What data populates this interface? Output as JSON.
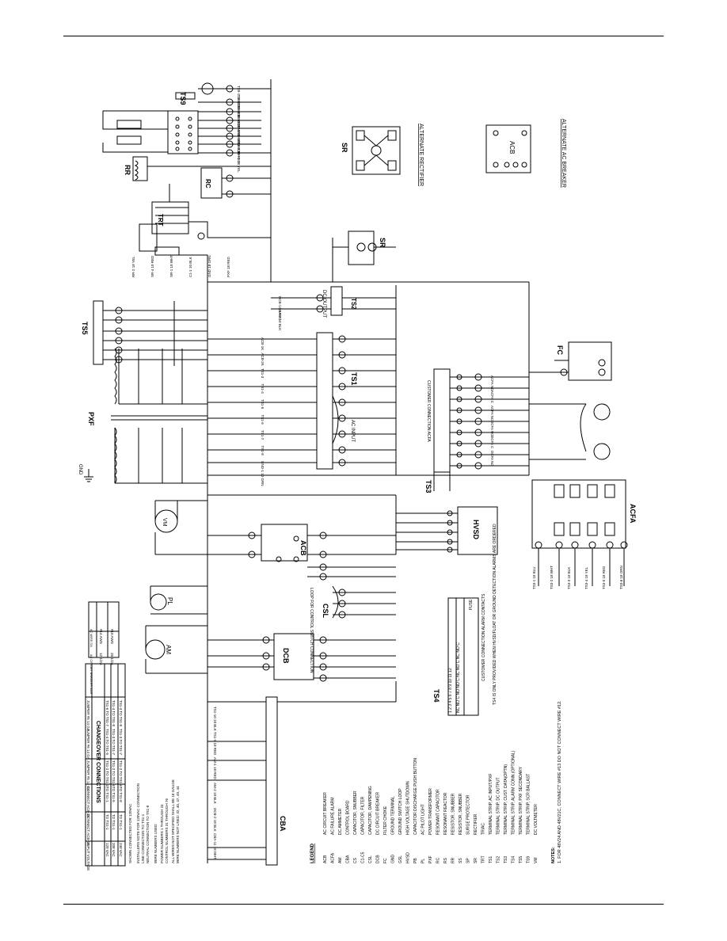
{
  "sheet": {
    "rotation_deg": 90
  },
  "components": {
    "ts9": "TS9",
    "rr": "RR",
    "rc": "RC",
    "trt": "TRT",
    "pxf": "PXF",
    "ts5": "TS5",
    "ts1": "TS1",
    "ts1_caption": "AC INPUT",
    "ts2": "TS2",
    "ts2_caption": "DC OUTPUT",
    "ts3": "TS3",
    "ts3_caption": "CUSTOMER CONNECTION ACFA",
    "ts4": "TS4",
    "sr": "SR",
    "alt_rectifier": "ALTERNATE RECTIFIER",
    "alt_breaker": "ALTERNATE AC BREAKER",
    "acb": "ACB",
    "dcb": "DCB",
    "csl": "CSL",
    "hvsd": "HVSD",
    "cba": "CBA",
    "fc": "FC",
    "acfa": "ACFA",
    "pl": "PL",
    "am": "AM",
    "vm": "VM",
    "gnd": "GND",
    "loop_note": "LOOP FOR CONTROL SWITCH CONNECTION"
  },
  "changeover": {
    "title": "CHANGEOVER CONNECTIONS",
    "headers": [
      "INPUT VOLTAGE",
      "CONNECT ACB-1K",
      "CONNECT ACB-2K",
      "JUMPER #5 14 GA",
      "JUMPER #6 14 GA",
      "JUMPER #5 14 GA"
    ],
    "rows": [
      [
        "120 VAC",
        "TO TS1-1",
        "TO TS1-1",
        "TS1-2 TO TS1-3",
        "TS1-4 TO TS1-5",
        "TS1-6 TO TS1-7"
      ],
      [
        "208 VAC",
        "TO TS1-1",
        "TO TS1-5",
        "TS1-2 TO TS1-6",
        "TS1-3 TO TS1-7",
        "TS1-4 TO TS1-8"
      ],
      [
        "240 VAC",
        "TO TS1-1",
        "TO TS1-8",
        "TS1-2 TO TS1-6",
        "TS1-3 TO TS1-7",
        "TS1-4 TO TS1-8"
      ]
    ],
    "notes": [
      "SHOWN CONNECTED FOR 120VAC",
      "INSTALLERS NOTE FOR 120VAC CONNECTION",
      "LINE CONNECTION TO TS1-1",
      "NEUTRAL CONNECTION TO TS1-8",
      "WIRE NUMBERS USED:",
      "POWER NUMBERS 1 THROUGH 24",
      "CONTROL NUMBERS 31 THROUGH 76",
      "ALL WIRES NOT SPECIFIED SHALL BE 18 GAUGE",
      "WIRE NUMBERS NOT USED: 32, 40, 47, 49, 44"
    ]
  },
  "wire_sizes": {
    "headers": [
      "AC CIRCUIT BREAKER SIZE",
      "AC WIRE GA"
    ],
    "rows": [
      [
        "12-1/2A",
        "#14 AWG"
      ],
      [
        "25-1/2A",
        "#10 AWG"
      ]
    ]
  },
  "legend": {
    "title": "LEGEND",
    "items": [
      {
        "code": "ACB",
        "desc": "AC CIRCUIT BREAKER"
      },
      {
        "code": "ACFA",
        "desc": "AC FAILURE ALARM"
      },
      {
        "code": "AM",
        "desc": "DC AMMETER"
      },
      {
        "code": "CBA",
        "desc": "CONTROL BOARD"
      },
      {
        "code": "CS",
        "desc": "CAPACITOR, SNUBBER"
      },
      {
        "code": "C1-C5",
        "desc": "CAPACITOR, FILTER"
      },
      {
        "code": "CSL",
        "desc": "CAPACITOR, DAMPENING"
      },
      {
        "code": "DCB",
        "desc": "DC CIRCUIT BREAKER"
      },
      {
        "code": "FC",
        "desc": "FILTER CHOKE"
      },
      {
        "code": "GND",
        "desc": "GROUND TERMINAL"
      },
      {
        "code": "GSL",
        "desc": "GROUND SWITCH LOOP"
      },
      {
        "code": "HVSD",
        "desc": "HIGH VOLTAGE SHUTDOWN"
      },
      {
        "code": "PB",
        "desc": "CAPACITOR DISCHARGE PUSH BUTTON"
      },
      {
        "code": "PL",
        "desc": "AC PILOT LIGHT"
      },
      {
        "code": "PXF",
        "desc": "POWER TRANSFORMER"
      },
      {
        "code": "RC",
        "desc": "RESONANT CAPACITOR"
      },
      {
        "code": "RS",
        "desc": "RESONANT REACTOR"
      },
      {
        "code": "RR",
        "desc": "RESISTOR, SNUBBER"
      },
      {
        "code": "SS",
        "desc": "RESISTOR, SNUBBER"
      },
      {
        "code": "SP",
        "desc": "SURGE PROTECTOR"
      },
      {
        "code": "SR",
        "desc": "RECTIFIER"
      },
      {
        "code": "TRT",
        "desc": "TRIAC"
      },
      {
        "code": "TS1",
        "desc": "TERMINAL STRIP, AC INPUT/PXF"
      },
      {
        "code": "TS2",
        "desc": "TERMINAL STRIP, DC OUTPUT"
      },
      {
        "code": "TS3",
        "desc": "TERMINAL STRIP, CUST. DATA(OPTN)"
      },
      {
        "code": "TS4",
        "desc": "TERMINAL STRIP, ALARM CONN.(OPTIONAL)"
      },
      {
        "code": "TS5",
        "desc": "TERMINAL STRIP, PXF SECONDARY"
      },
      {
        "code": "TS9",
        "desc": "TERMINAL STRIP, SCR BALLAST"
      },
      {
        "code": "VM",
        "desc": "DC VOLTMETER"
      }
    ]
  },
  "notes": {
    "title": "NOTES:",
    "items": [
      "1. FOR 48V24 AND 48V21C, CONNECT WIRE #13 DO NOT CONNECT WIRE #12."
    ]
  },
  "ts4_block": {
    "numbers": [
      "1",
      "2",
      "3",
      "4",
      "5",
      "6",
      "7",
      "8",
      "9",
      "10",
      "11",
      "12"
    ],
    "labels": "NC NO C  NO NO C  NC NO C  NC NO C",
    "groups": [
      "HVA",
      "LVA",
      "ACF",
      "DCF"
    ],
    "fuse": "FUSE",
    "caption": "CUSTOMER CONNECTION ALARM CONTACTS",
    "note": "TS4 IS ONLY PROVIDED WHEN HVSD/FLOAT OR GROUND DETECTION ALARMS ARE ORDERED"
  },
  "wire_labels": {
    "ts9": [
      "TS9-1 18 BLK",
      "TS9-2 18 BLK",
      "TS9-3 18 RED",
      "TS9-4 18 WHT",
      "TS9-5 18 GRN",
      "TS9-6 18 BLK",
      "TS9-7 18 RED",
      "CBA-1 18 YEL"
    ],
    "ts1": [
      "ACB-1K",
      "ACB-2K",
      "TS1-3",
      "TS1-4",
      "TS1-5",
      "TS1-6",
      "TS1-7",
      "TS1-8",
      "GND-1 10 GRN"
    ],
    "ts2": [
      "DCB-1 10 RED",
      "CBA-2 10 BLK"
    ],
    "ts3": [
      "ACFA NO",
      "ACFA C",
      "ACFA NC",
      "DCFA NO",
      "DCFA C",
      "DCFA NC"
    ],
    "acfa": [
      "TS3-1 18 BLU",
      "TS3-2 18 WHT",
      "TS3-3 18 BLK",
      "TS3-4 18 YEL",
      "TS3-5 18 RED",
      "TS3-6 18 ORN"
    ],
    "cba": [
      "TS1-10 18 BLK",
      "TS1-9 18 RED",
      "AM-1 18 RED",
      "AM-2 18 BLK",
      "DCB-2 18 BLK",
      "CBA-11 18 WHT"
    ],
    "misc": [
      "RR-2 18 YEL",
      "SR-4 10 RED",
      "SR-1 10 WHT",
      "C1-1 10 BLK",
      "GND 18 GRN",
      "PXF 18 RED"
    ]
  }
}
